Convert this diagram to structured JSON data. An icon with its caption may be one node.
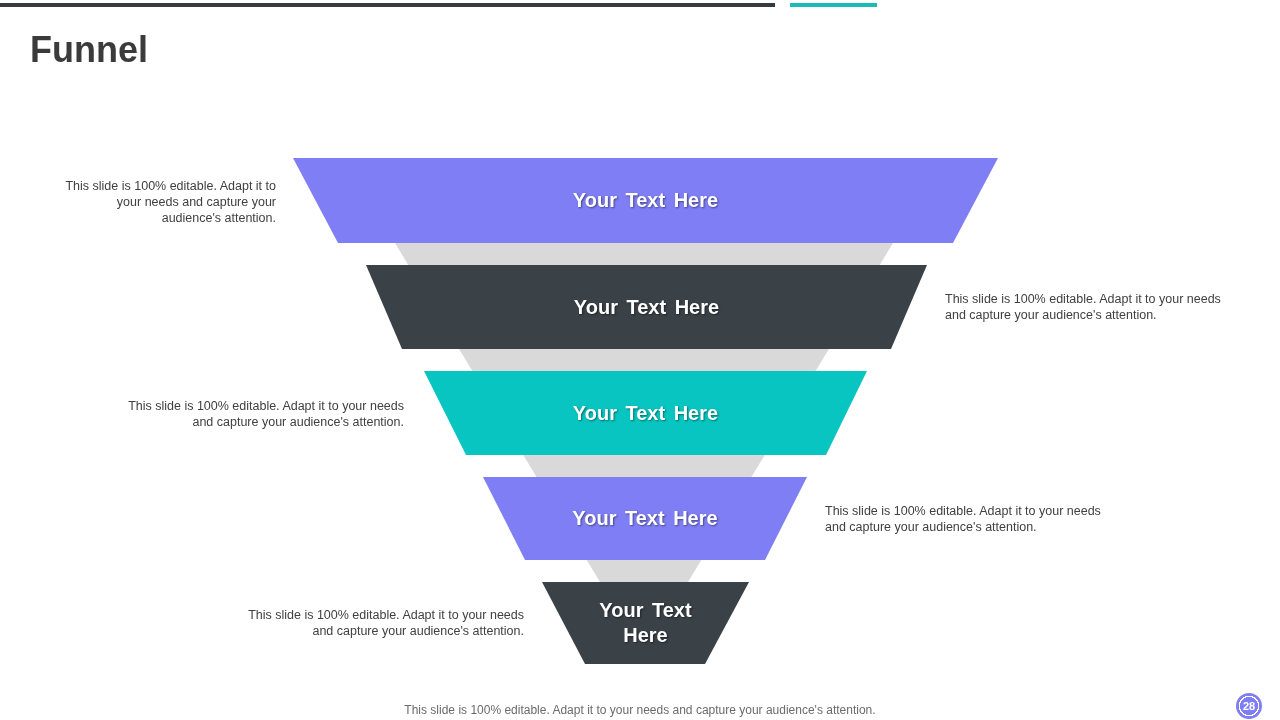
{
  "diagram": {
    "title": "Funnel",
    "nodes": [
      {
        "text": [
          "Your Text Here"
        ],
        "beside": [
          "This slide is 100% editable. Adapt it to your needs and capture your audience's attention."
        ]
      },
      {
        "text": [
          "Your Text Here"
        ],
        "beside": [
          "This slide is 100% editable. Adapt it to your needs and capture your audience's attention."
        ]
      },
      {
        "text": [
          "Your Text Here"
        ],
        "beside": [
          "This slide is 100% editable. Adapt it to your needs and capture your audience's attention."
        ]
      },
      {
        "text": [
          "Your Text Here"
        ],
        "beside": [
          "This slide is 100% editable. Adapt it to your needs and capture your audience's attention."
        ]
      },
      {
        "text": [
          "Your Text Here"
        ],
        "beside": [
          "This slide is 100% editable. Adapt it to your needs and capture your audience's attention."
        ]
      },
      {
        "text": [
          "28"
        ]
      }
    ],
    "labels": [
      "This slide is 100% editable. Adapt it to your needs and capture your audience's attention."
    ]
  }
}
